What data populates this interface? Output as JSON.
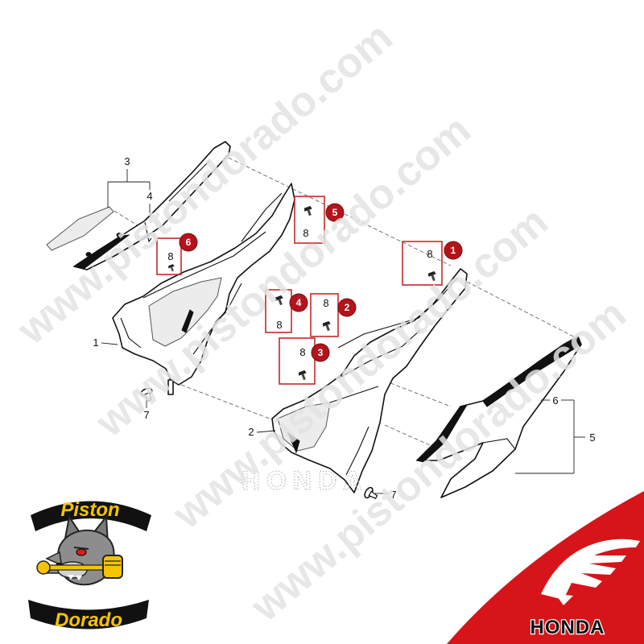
{
  "watermark": {
    "text": "www.pistondorado.com"
  },
  "diagram": {
    "part_labels": {
      "left_cover": "1",
      "right_cover": "2",
      "left_stripe_set": "3",
      "left_stripe": "4",
      "right_stripe_set": "5",
      "right_stripe": "6",
      "left_screw": "7",
      "right_screw": "7"
    },
    "callouts": [
      {
        "qty": "8",
        "badge": "1"
      },
      {
        "qty": "8",
        "badge": "2"
      },
      {
        "qty": "8",
        "badge": "3"
      },
      {
        "qty": "8",
        "badge": "4"
      },
      {
        "qty": "8",
        "badge": "5"
      },
      {
        "qty": "8",
        "badge": "6"
      }
    ],
    "decal_text": "HONDA",
    "icons": [
      "screw-icon",
      "bolt-icon"
    ]
  },
  "logo_left": {
    "top_banner": "Piston",
    "bottom_banner": "Dorado",
    "mascot": "wolf-mascot-icon"
  },
  "logo_right": {
    "wordmark": "HONDA",
    "emblem": "honda-wing-icon"
  },
  "colors": {
    "line": "#111111",
    "callout_red": "#c62828",
    "badge_red": "#b3141b",
    "logo_yellow": "#f5c400",
    "honda_red": "#d7141a",
    "watermark": "#e3e3e3"
  }
}
